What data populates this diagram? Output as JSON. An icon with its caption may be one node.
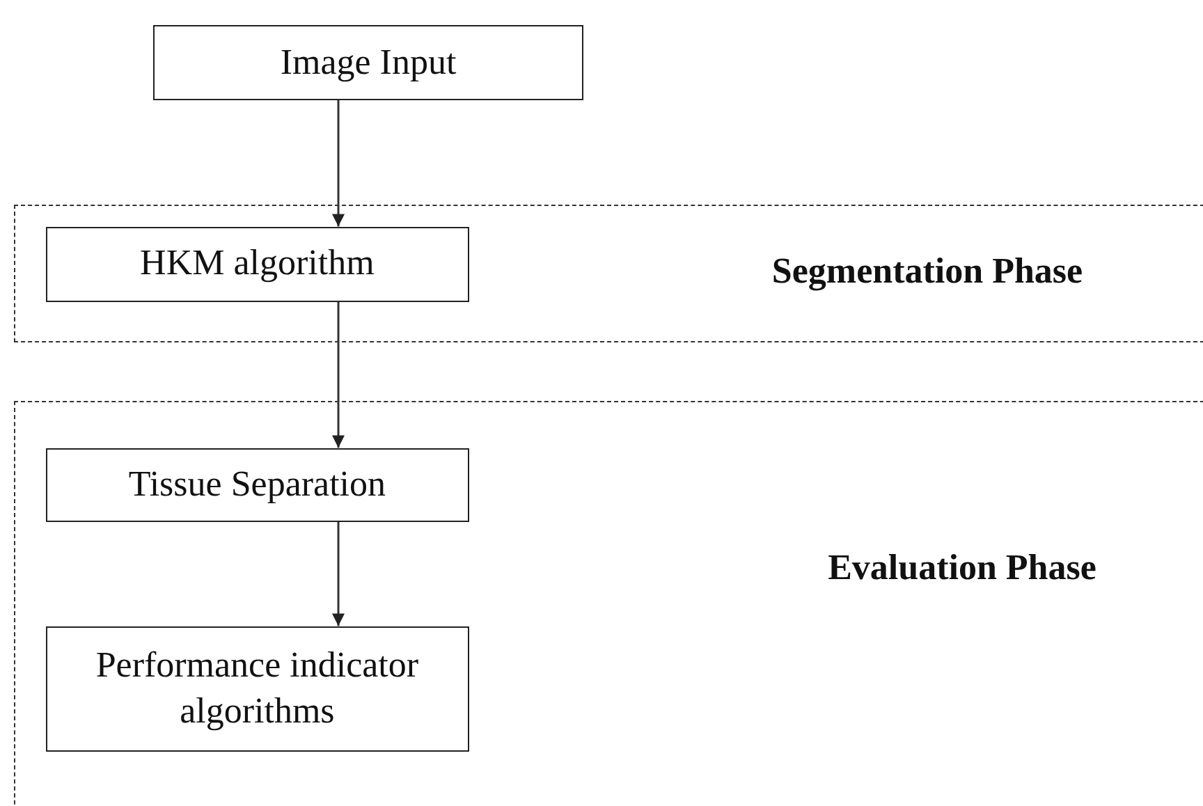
{
  "diagram": {
    "nodes": [
      {
        "text": [
          "Image Input"
        ]
      },
      {
        "text": [
          "Segmentation Phase"
        ]
      },
      {
        "text": [
          "HKM algorithm"
        ],
        "in": 1
      },
      {
        "text": [
          "Evaluation Phase"
        ]
      },
      {
        "text": [
          "Tissue Separation"
        ],
        "in": 3
      },
      {
        "text": [
          "Performance indicator algorithms"
        ],
        "in": 3
      }
    ],
    "edges": [
      {
        "from": 0,
        "to": 2,
        "arrow": "to"
      },
      {
        "from": 2,
        "to": 4,
        "arrow": "to"
      },
      {
        "from": 4,
        "to": 5,
        "arrow": "to"
      }
    ]
  }
}
